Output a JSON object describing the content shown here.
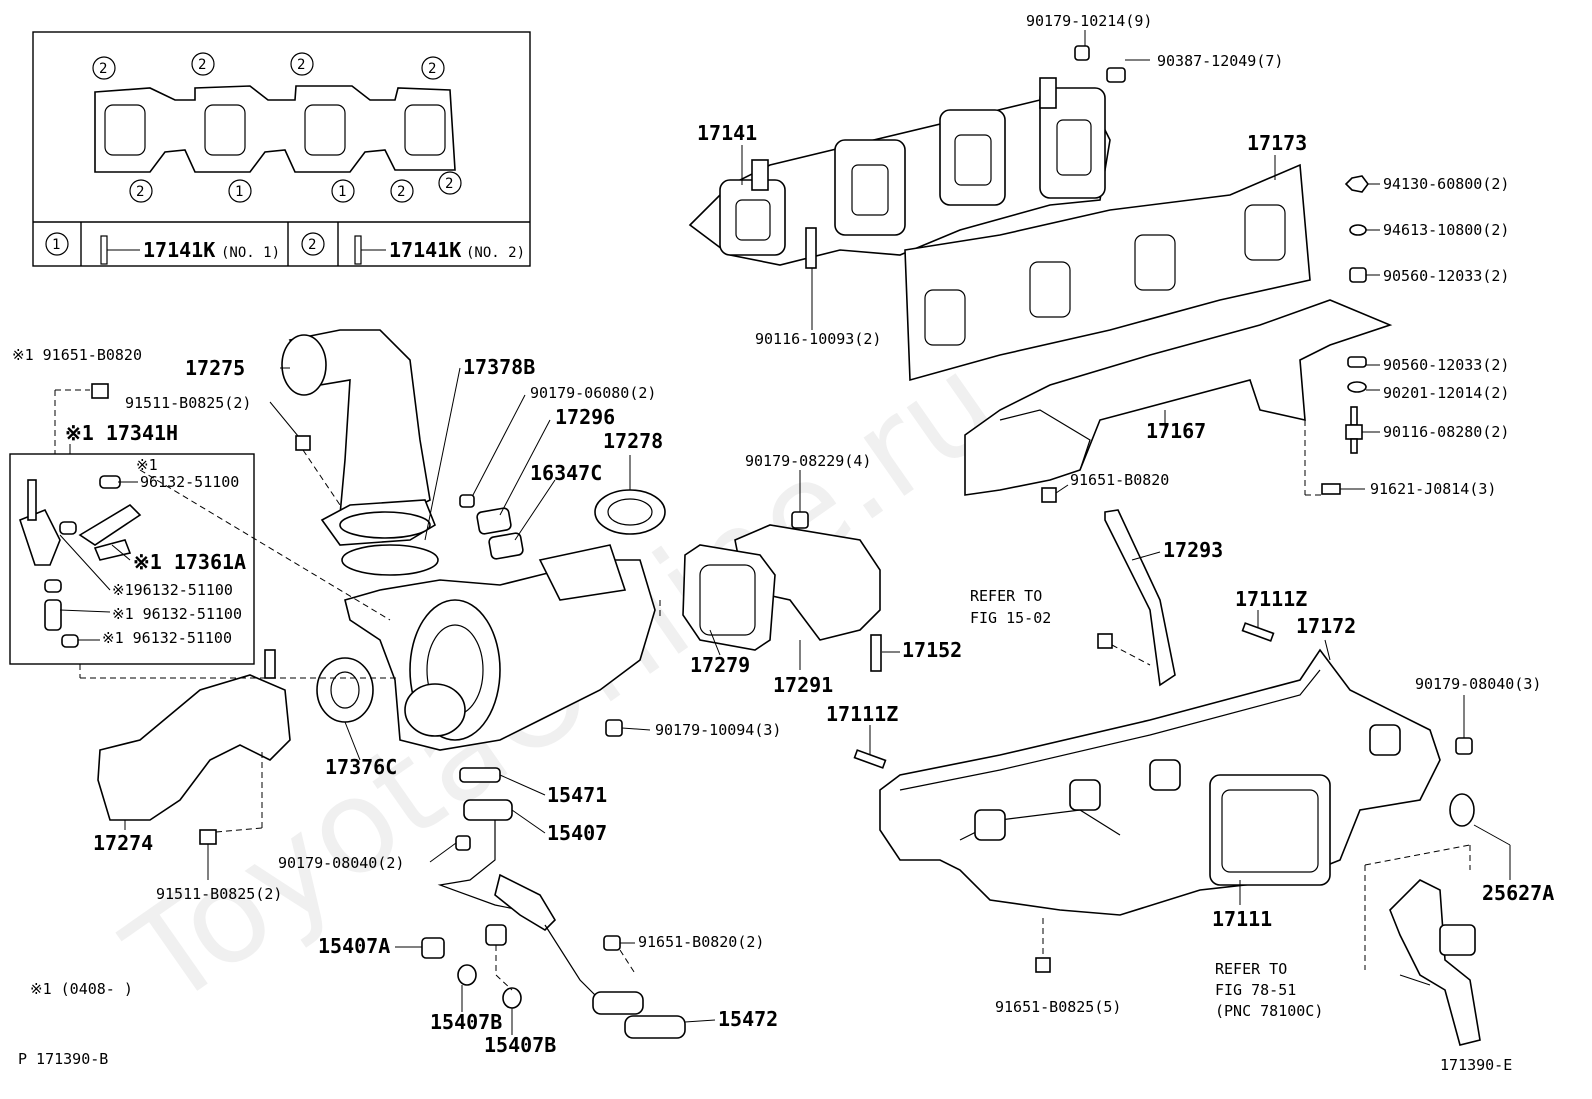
{
  "header": {
    "inset_label_1": "17141K",
    "inset_label_1_note": "(NO. 1)",
    "inset_label_2": "17141K",
    "inset_label_2_note": "(NO. 2)",
    "circle_1": "1",
    "circle_2": "2"
  },
  "labels": {
    "p90179_10214": "90179-10214(9)",
    "p90387_12049": "90387-12049(7)",
    "p17141": "17141",
    "p17173": "17173",
    "p94130_60800": "94130-60800(2)",
    "p94613_10800": "94613-10800(2)",
    "p90560_12033_a": "90560-12033(2)",
    "p90116_10093": "90116-10093(2)",
    "p90560_12033_b": "90560-12033(2)",
    "p90201_12014": "90201-12014(2)",
    "p90116_08280": "90116-08280(2)",
    "p17167": "17167",
    "p91621_j0814": "91621-J0814(3)",
    "p91651_b0820_r": "91651-B0820",
    "p17293": "17293",
    "refer_1502_a": "REFER TO",
    "refer_1502_b": "FIG 15-02",
    "p17111z_a": "17111Z",
    "p17172": "17172",
    "p90179_08040_r": "90179-08040(3)",
    "p17111z_b": "17111Z",
    "p25627a": "25627A",
    "p17111": "17111",
    "refer_7851_a": "REFER TO",
    "refer_7851_b": "FIG 78-51",
    "refer_7851_c": "(PNC 78100C)",
    "p91651_b0825_5": "91651-B0825(5)",
    "p91651_b0820_l": "※1 91651-B0820",
    "p17275": "17275",
    "p91511_b0825_a": "91511-B0825(2)",
    "p17341h": "※1 17341H",
    "star1": "※1",
    "p96132_51100_a": "96132-51100",
    "p17361a": "※1 17361A",
    "p96132_51100_b": "※196132-51100",
    "p96132_51100_c": "※1 96132-51100",
    "p96132_51100_d": "※1 96132-51100",
    "p17378b": "17378B",
    "p90179_06080": "90179-06080(2)",
    "p17296": "17296",
    "p17278": "17278",
    "p16347c": "16347C",
    "p90179_08229": "90179-08229(4)",
    "p17279": "17279",
    "p17291": "17291",
    "p17152": "17152",
    "p90179_10094": "90179-10094(3)",
    "p17376c": "17376C",
    "p17274": "17274",
    "p91511_b0825_b": "91511-B0825(2)",
    "p15471": "15471",
    "p15407": "15407",
    "p90179_08040_l": "90179-08040(2)",
    "p15407a": "15407A",
    "p91651_b0820_2": "91651-B0820(2)",
    "p15472": "15472",
    "p15407b_a": "15407B",
    "p15407b_b": "15407B",
    "footnote": "※1 (0408-     )",
    "fig_left": "P 171390-B",
    "fig_right": "171390-E"
  }
}
